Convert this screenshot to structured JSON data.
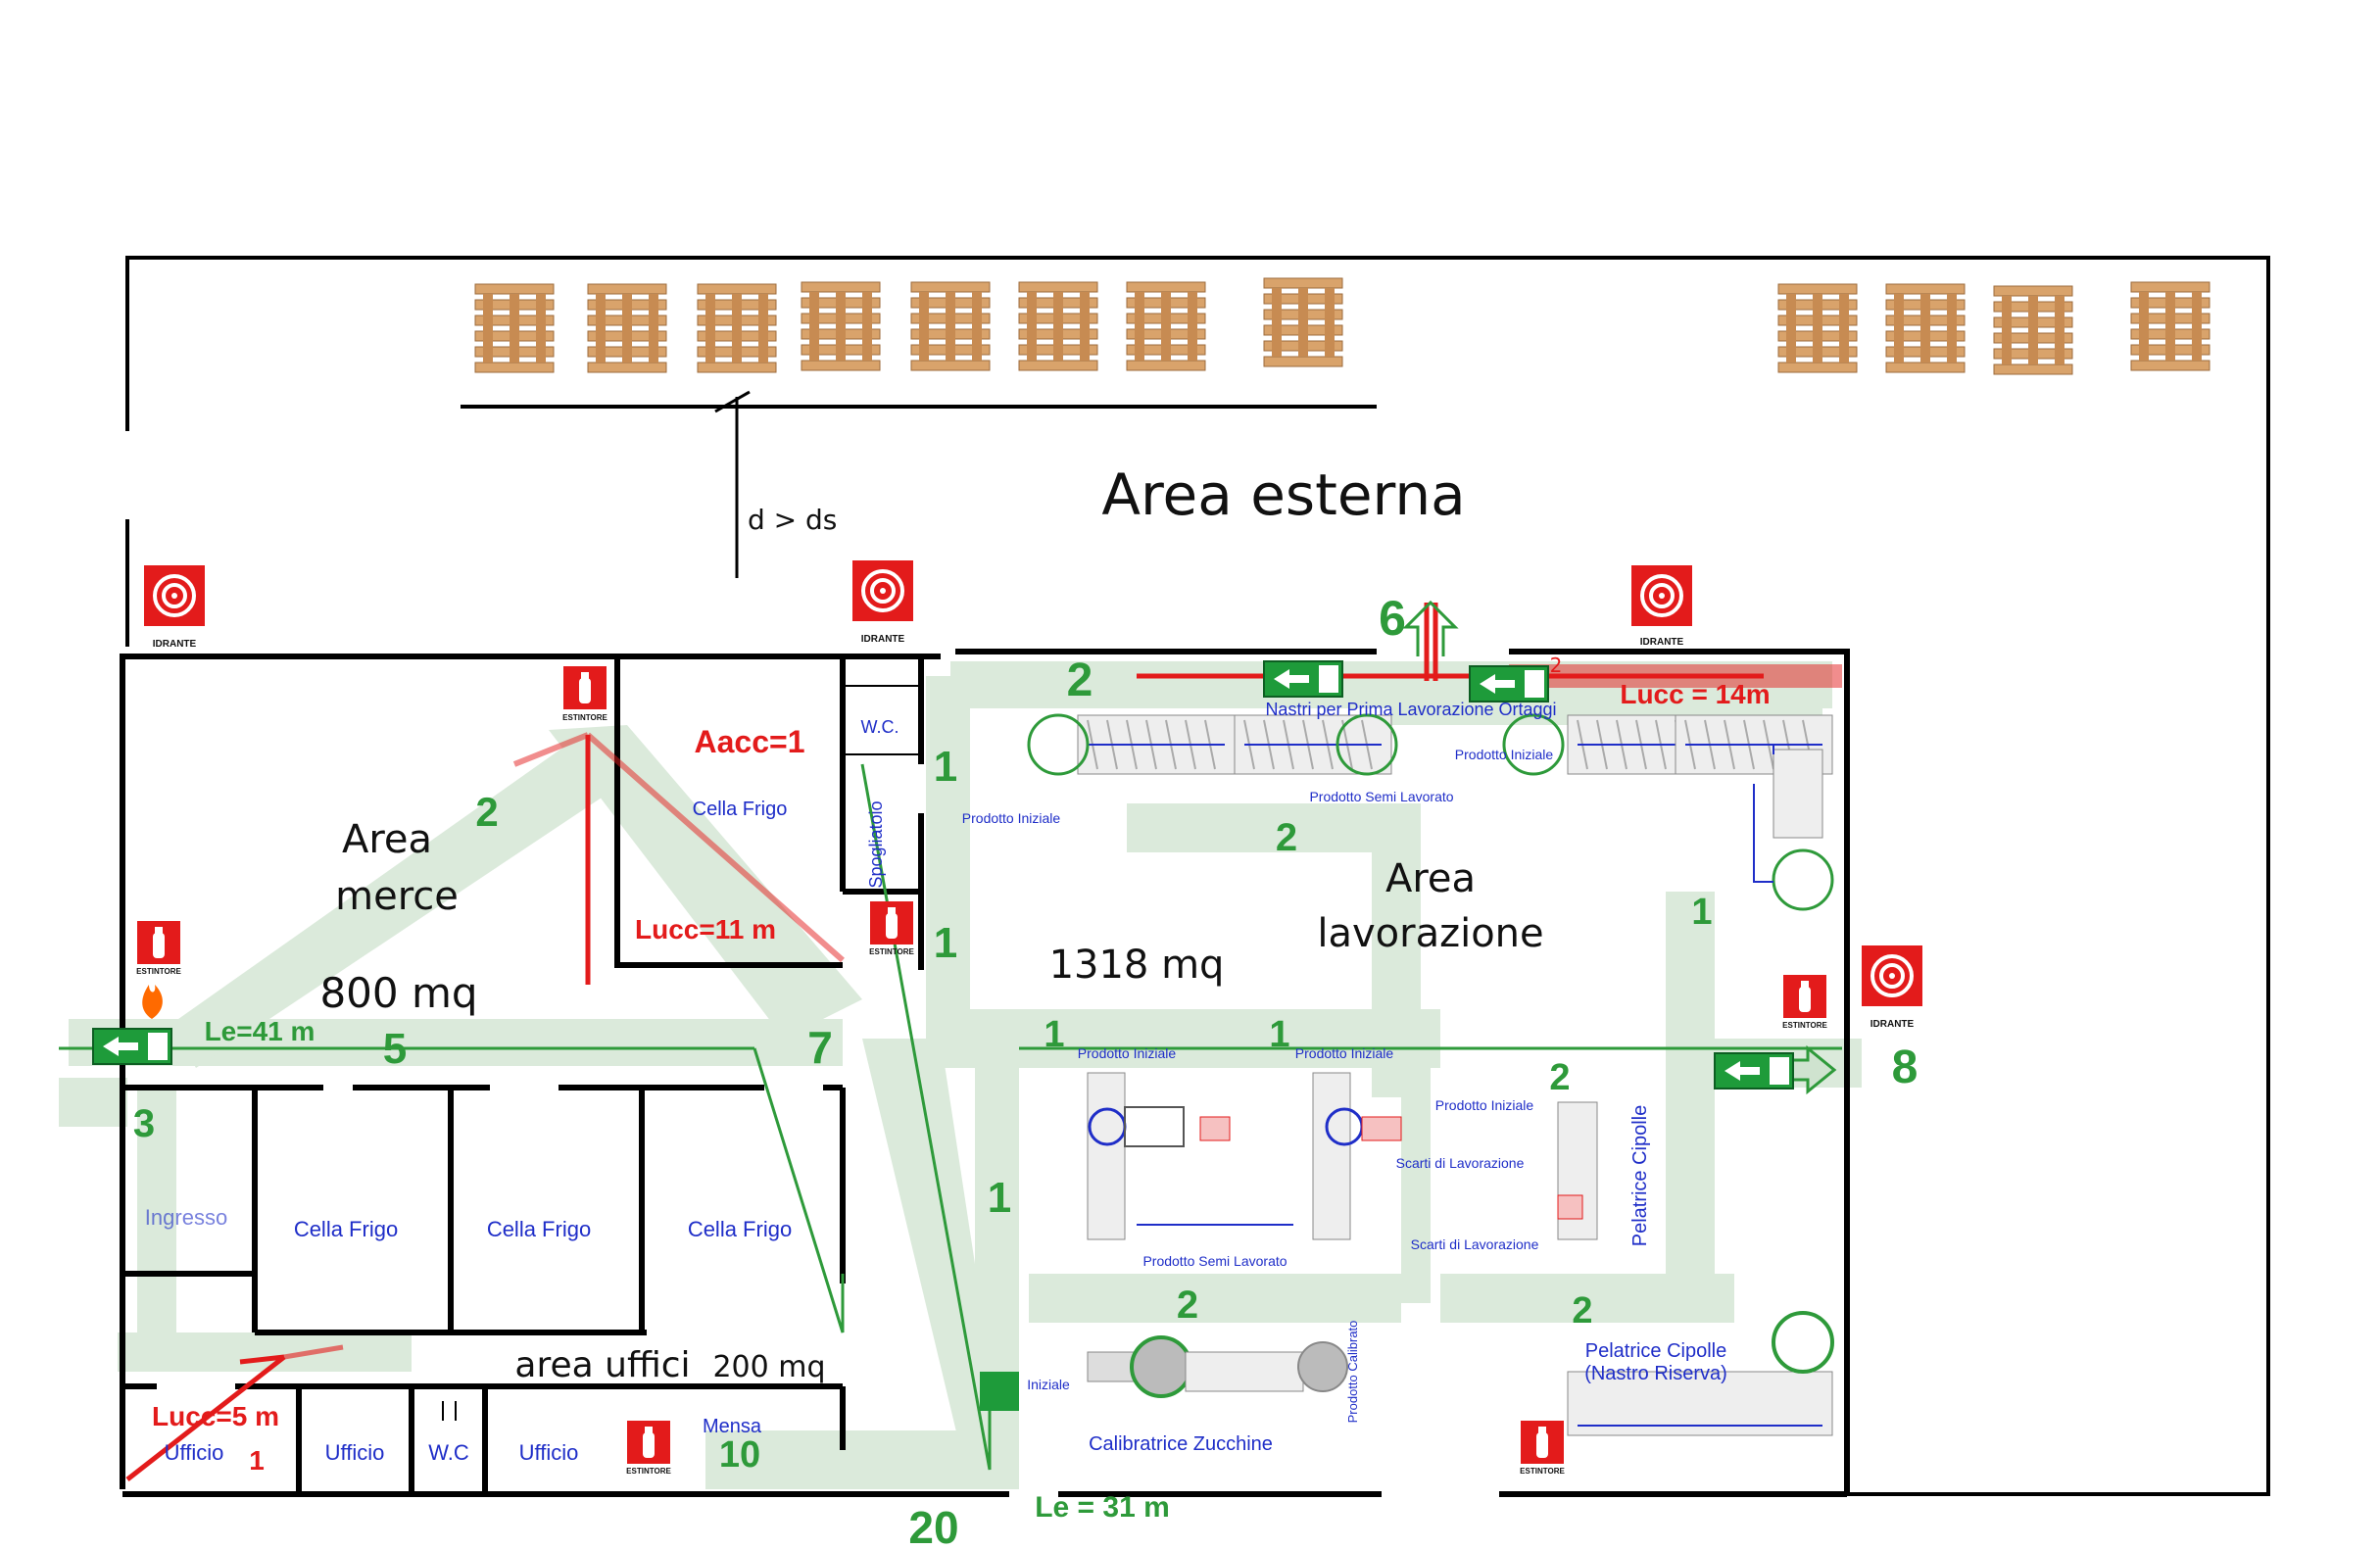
{
  "title": "Area esterna",
  "distance_note": "d > ds",
  "areas": {
    "merce": {
      "line1": "Area",
      "line2": "merce",
      "size": "800 mq"
    },
    "lavorazione": {
      "line1": "Area",
      "line2": "lavorazione",
      "size": "1318 mq"
    },
    "uffici": {
      "label": "area uffici",
      "size": "200 mq"
    }
  },
  "rooms": {
    "cella_frigo": "Cella Frigo",
    "ingresso": "Ingresso",
    "ufficio": "Ufficio",
    "wc": "W.C",
    "wc2": "W.C.",
    "mensa": "Mensa",
    "spogliatoio": "Spogliatoio"
  },
  "equipment": {
    "nastri": "Nastri per Prima Lavorazione Ortaggi",
    "prodotto_iniziale": "Prodotto Iniziale",
    "prodotto_semi_lavorato": "Prodotto Semi Lavorato",
    "prodotto_semi_lavorato_2": "Prodotto Semi Lavorato",
    "scarti": "Scarti di Lavorazione",
    "pelatrice": "Pelatrice Cipolle",
    "pelatrice_riserva_1": "Pelatrice Cipolle",
    "pelatrice_riserva_2": "(Nastro Riserva)",
    "calibratrice": "Calibratrice Zucchine",
    "prodotto_calibrato": "Prodotto Calibrato",
    "iniziale": "Iniziale"
  },
  "signs": {
    "idrante": "IDRANTE",
    "estintore": "ESTINTORE"
  },
  "red_labels": {
    "aacc": "Aacc=1",
    "lucc11": "Lucc=11 m",
    "lucc14": "Lucc = 14m",
    "lucc5": "Lucc=5 m",
    "one": "1",
    "two_small": "2"
  },
  "green_labels": {
    "le41": "Le=41 m",
    "le31": "Le = 31 m",
    "n1": "1",
    "n2": "2",
    "n3": "3",
    "n5": "5",
    "n6": "6",
    "n7": "7",
    "n8": "8",
    "n10": "10",
    "n20": "20"
  },
  "colors": {
    "wall": "#000000",
    "route_green": "#2e9a3a",
    "route_shade": "#cfe3cf",
    "red": "#e31b1b",
    "blue": "#1f2ec8",
    "pallet": "#d9a36b",
    "exit_sign": "#1e9b3a"
  }
}
